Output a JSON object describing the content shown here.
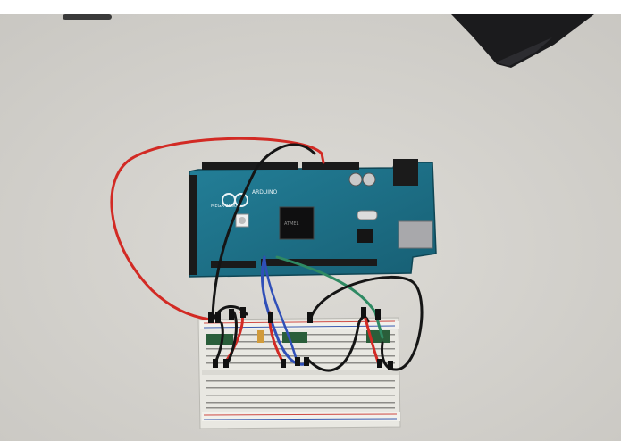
{
  "scene": {
    "board_brand": "ARDUINO",
    "board_model": "MEGA 2560",
    "chip_marking": "ATMEL",
    "colors": {
      "table": "#d6d4cf",
      "board": "#1d6f86",
      "breadboard": "#e9e8e2",
      "wire_red": "#d22a24",
      "wire_black": "#151515",
      "wire_blue": "#2f4fb8",
      "wire_green": "#2f8a63",
      "header": "#1a1a1a"
    }
  }
}
